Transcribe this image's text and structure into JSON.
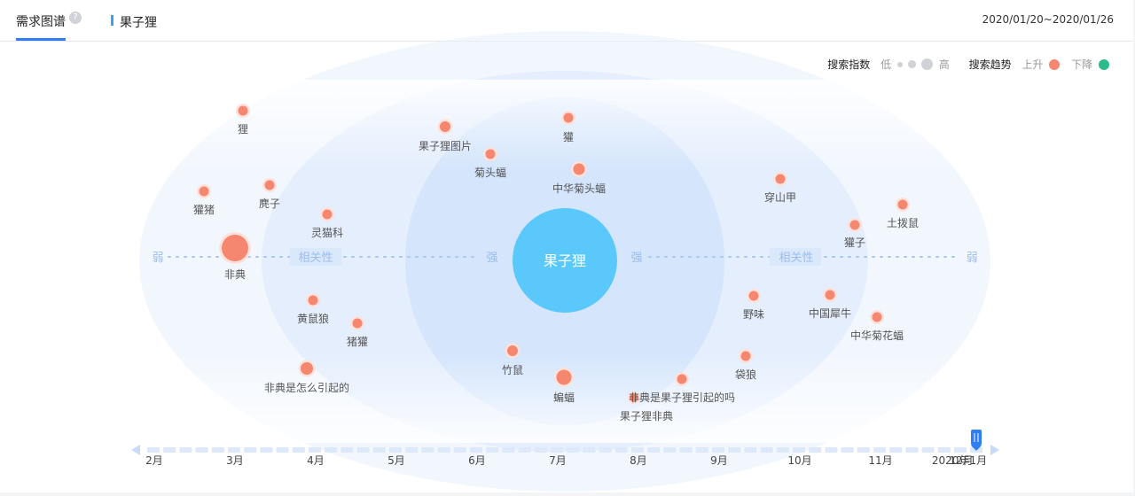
{
  "header": {
    "tab_title": "需求图谱",
    "help_icon": "question-mark-icon",
    "help_glyph": "?",
    "keyword": "果子狸",
    "date_range": "2020/01/20~2020/01/26"
  },
  "legend": {
    "search_index_label": "搜索指数",
    "low": "低",
    "high": "高",
    "trend_label": "搜索趋势",
    "up": "上升",
    "down": "下降",
    "up_color": "#f5866f",
    "down_color": "#2bbb8c"
  },
  "axis": {
    "weak_left": "弱",
    "relevance_left": "相关性",
    "strong_left": "强",
    "strong_right": "强",
    "relevance_right": "相关性",
    "weak_right": "弱"
  },
  "center": {
    "label": "果子狸",
    "color": "#5ac8fa"
  },
  "nodes": [
    {
      "label": "狸"
    },
    {
      "label": "獾猪"
    },
    {
      "label": "麂子"
    },
    {
      "label": "灵猫科"
    },
    {
      "label": "非典"
    },
    {
      "label": "黄鼠狼"
    },
    {
      "label": "猪獾"
    },
    {
      "label": "非典是怎么引起的"
    },
    {
      "label": "果子狸图片"
    },
    {
      "label": "菊头蝠"
    },
    {
      "label": "獾"
    },
    {
      "label": "中华菊头蝠"
    },
    {
      "label": "竹鼠"
    },
    {
      "label": "蝙蝠"
    },
    {
      "label": "果子狸非典"
    },
    {
      "label": "非典是果子狸引起的吗"
    },
    {
      "label": "穿山甲"
    },
    {
      "label": "土拨鼠"
    },
    {
      "label": "獾子"
    },
    {
      "label": "野味"
    },
    {
      "label": "中国犀牛"
    },
    {
      "label": "中华菊花蝠"
    },
    {
      "label": "袋狼"
    }
  ],
  "timeline": {
    "months": [
      "2月",
      "3月",
      "4月",
      "5月",
      "6月",
      "7月",
      "8月",
      "9月",
      "10月",
      "11月",
      "12月",
      "2020年1月"
    ]
  }
}
